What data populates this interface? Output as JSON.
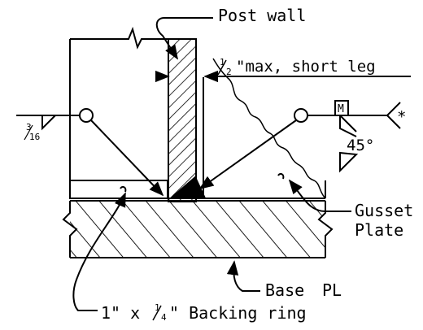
{
  "labels": {
    "post_wall": "Post wall",
    "gap_note": "\"max, short leg",
    "gap_fraction_num": "1",
    "gap_fraction_den": "2",
    "left_weld_num": "3",
    "left_weld_den": "16",
    "gusset_line1": "Gusset",
    "gusset_line2": "Plate",
    "base_plate": "Base",
    "base_plate_symbol": "PL",
    "backing_ring_prefix": "1\" x",
    "backing_ring_num": "1",
    "backing_ring_den": "4",
    "backing_ring_suffix": "\" Backing ring",
    "flag_letter": "M",
    "bevel_angle": "45°",
    "tail_mark": "*"
  },
  "colors": {
    "ink": "#000000",
    "paper": "#ffffff"
  }
}
